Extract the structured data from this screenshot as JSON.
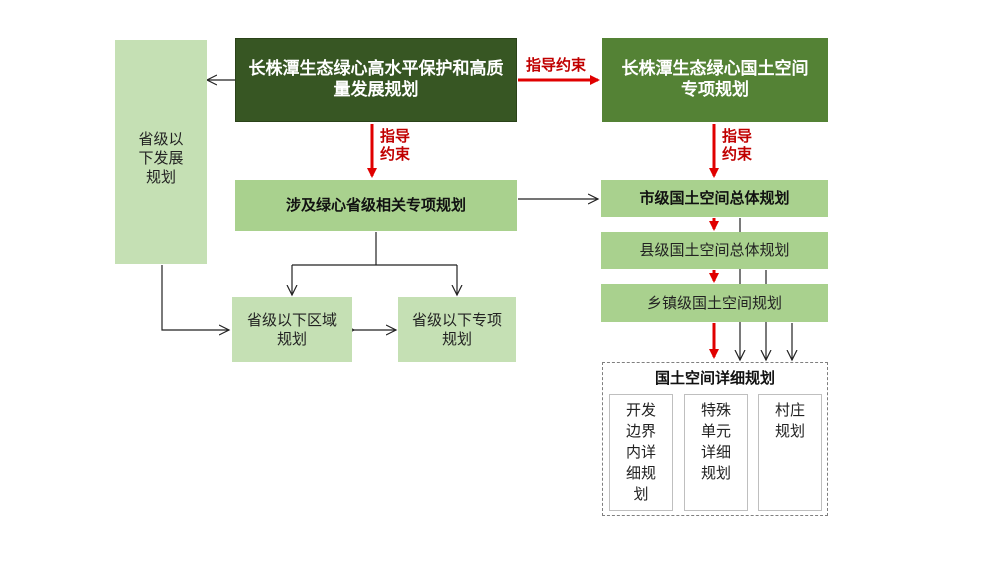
{
  "top_left": "长株潭生态绿心高水平保护和高质量发展规划",
  "top_right": "长株潭生态绿心国土空间专项规划",
  "left_col": "省级以下发展规划",
  "mid_left": "涉及绿心省级相关专项规划",
  "bottom_left_1": "省级以下区域规划",
  "bottom_left_2": "省级以下专项规划",
  "right_1": "市级国土空间总体规划",
  "right_2": "县级国土空间总体规划",
  "right_3": "乡镇级国土空间规划",
  "detail_title": "国土空间详细规划",
  "detail_items": [
    "开发边界内详细规划",
    "特殊单元详细规划",
    "村庄规划"
  ],
  "labels": {
    "horizontal": "指导约束",
    "vertical_1": "指导约束",
    "vertical_2": "指导约束"
  },
  "colors": {
    "dark_green": "#375623",
    "mid_green": "#548235",
    "light_green": "#a9d18e",
    "pale_green": "#c5e0b4",
    "arrow_red": "#e00000"
  }
}
